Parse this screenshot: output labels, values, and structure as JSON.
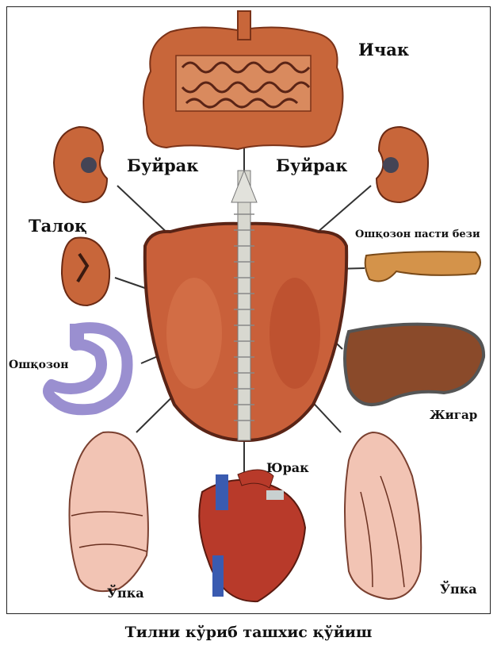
{
  "labels": {
    "intestine": "Ичак",
    "kidney_left": "Буйрак",
    "kidney_right": "Буйрак",
    "spleen": "Талоқ",
    "pancreas": "Ошқозон пасти бези",
    "stomach": "Ошқозон",
    "liver": "Жигар",
    "heart": "Юрак",
    "lung_left": "Ўпка",
    "lung_right": "Ўпка"
  },
  "caption": "Тилни кўриб ташхис қўйиш",
  "colors": {
    "tongue": "#c9603a",
    "tongue_edge": "#5a2416",
    "organ": "#c8663a",
    "lung": "#f2c4b4",
    "spine": "#d8d8d0",
    "stomach": "#9a8fd0",
    "line": "#333333"
  }
}
